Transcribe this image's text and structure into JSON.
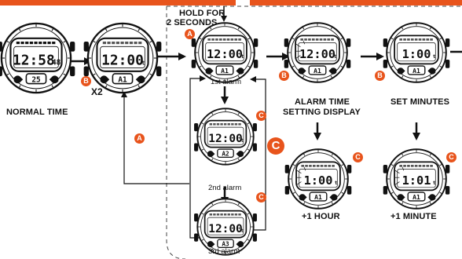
{
  "hold_label_line1": "HOLD FOR",
  "hold_label_line2": "2 SECONDS",
  "x2_label": "X2",
  "normal_time_label": "NORMAL TIME",
  "alarm_time_label_line1": "ALARM TIME",
  "alarm_time_label_line2": "SETTING DISPLAY",
  "set_minutes_label": "SET MINUTES",
  "first_alarm_label": "1st alarm",
  "second_alarm_label": "2nd alarm",
  "third_alarm_label": "3rd alarm",
  "plus_hour_label": "+1 HOUR",
  "plus_minute_label": "+1 MINUTE",
  "button_a": "A",
  "button_b": "B",
  "button_c": "C",
  "watch_normal": {
    "main": "12:58",
    "sec": "48",
    "bottom": "25"
  },
  "watch_alarm_mode": {
    "main": "12:00",
    "sub": "t",
    "bottom": "A1"
  },
  "watch_1st": {
    "main": "12:00",
    "sub": "t",
    "bottom": "A1"
  },
  "watch_setting": {
    "main": "12:00",
    "sub": "t",
    "bottom": "A1"
  },
  "watch_set_min": {
    "main": "1:00",
    "sub": "t",
    "bottom": "A1"
  },
  "watch_2nd": {
    "main": "12:00",
    "sub": "t",
    "bottom": "A2"
  },
  "watch_3rd": {
    "main": "12:00",
    "sub": "t",
    "bottom": "A3"
  },
  "watch_plus_hour": {
    "main": "1:00",
    "sub": "t",
    "bottom": "A1"
  },
  "watch_plus_minute": {
    "main": "1:01",
    "sub": "t",
    "bottom": "A1"
  },
  "colors": {
    "accent": "#e8541c",
    "ink": "#111111"
  }
}
